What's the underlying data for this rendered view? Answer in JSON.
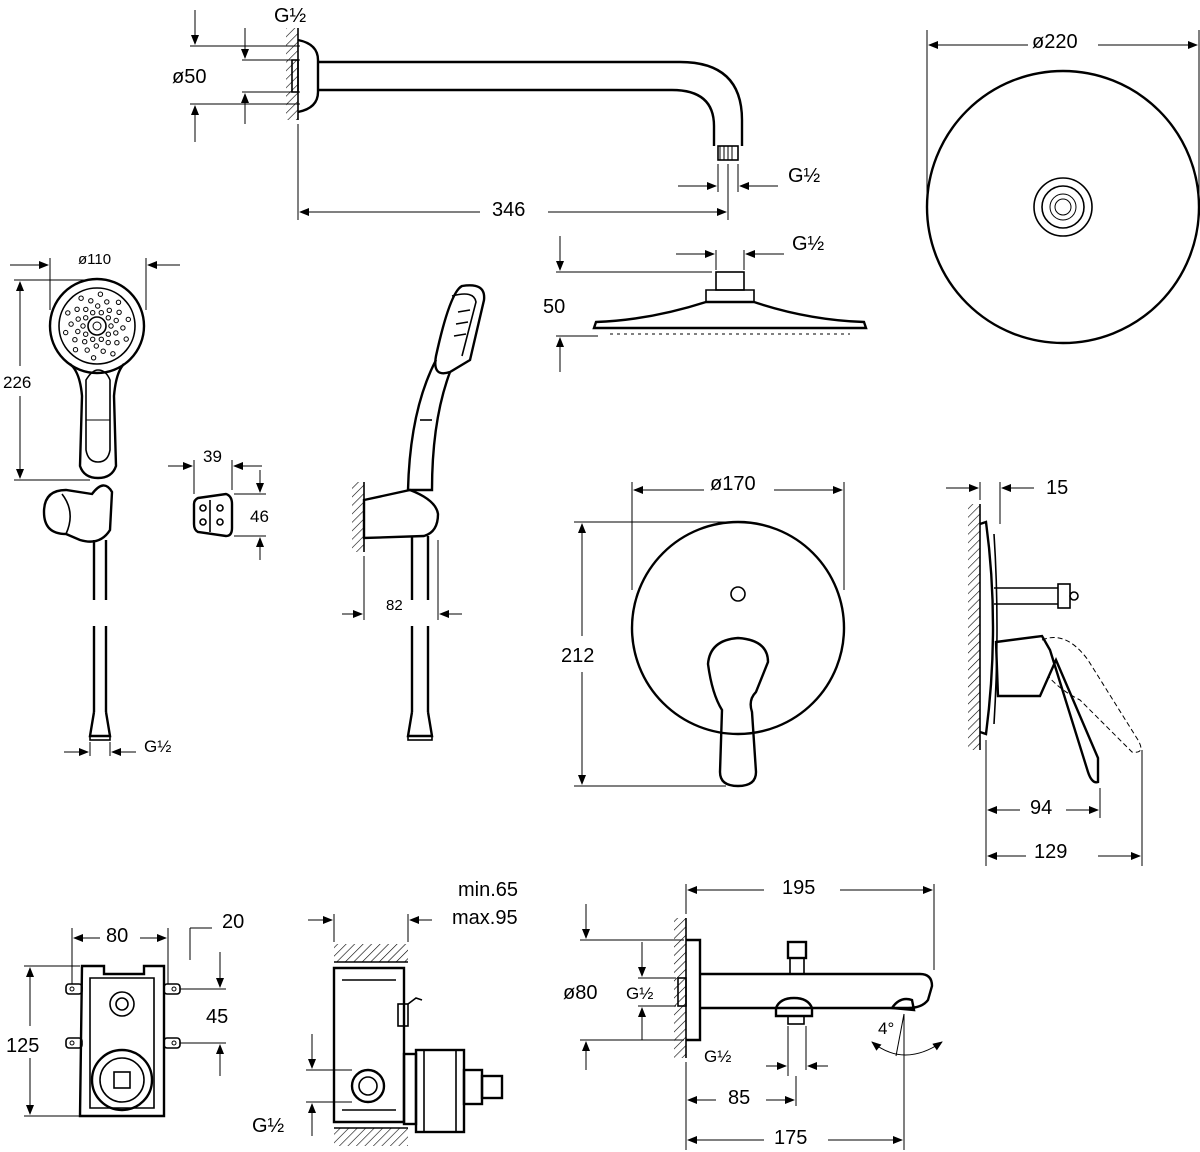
{
  "dimensions": {
    "arm_thread": "G½",
    "arm_flange_dia": "ø50",
    "arm_length": "346",
    "arm_outlet_thread": "G½",
    "overhead_dia": "ø220",
    "head_thread": "G½",
    "head_height": "50",
    "hand_dia": "ø110",
    "hand_length": "226",
    "holder_width": "39",
    "holder_height": "46",
    "holder_projection": "82",
    "hose_thread": "G½",
    "plate_dia": "ø170",
    "plate_height": "212",
    "plate_offset": "15",
    "lever_depth": "94",
    "total_depth": "129",
    "box_width": "80",
    "box_offset": "20",
    "box_spacing": "45",
    "box_height": "125",
    "install_depth_min": "min.65",
    "install_depth_max": "max.95",
    "box_thread": "G½",
    "spout_length": "195",
    "spout_flange_dia": "ø80",
    "spout_inlet_thread": "G½",
    "spout_outlet_thread": "G½",
    "spout_outlet_offset": "85",
    "spout_total": "175",
    "spout_angle": "4°"
  }
}
